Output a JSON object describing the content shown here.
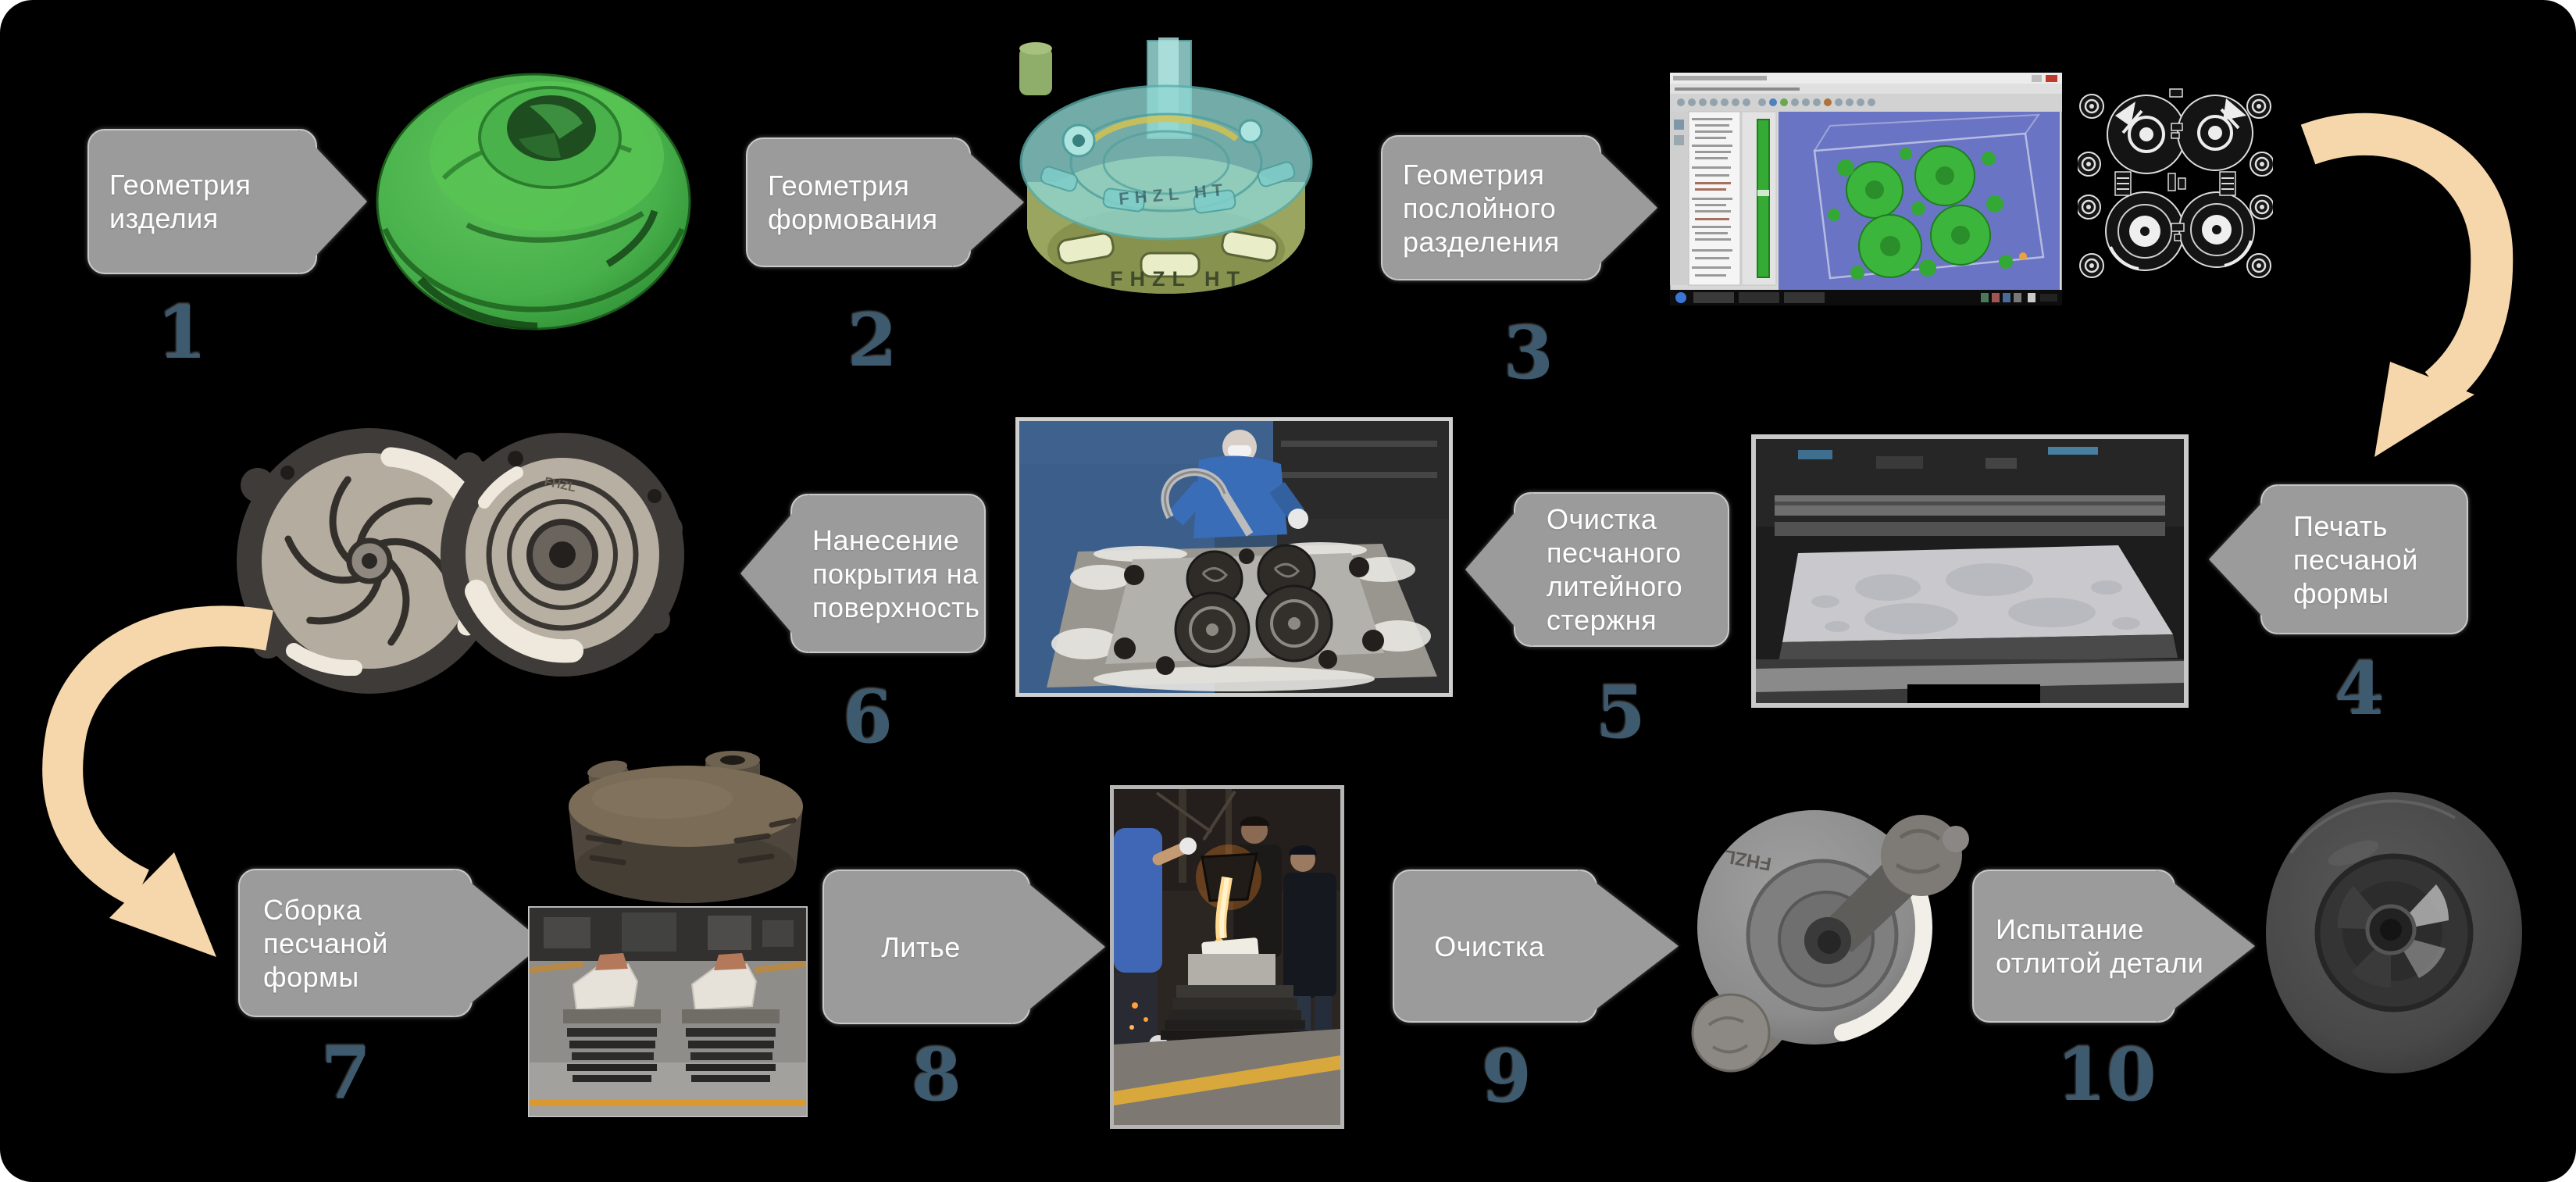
{
  "steps": [
    {
      "number": "1",
      "label": "Геометрия изделия"
    },
    {
      "number": "2",
      "label": "Геометрия формования"
    },
    {
      "number": "3",
      "label": "Геометрия послойного разделения"
    },
    {
      "number": "4",
      "label": "Печать песчаной формы"
    },
    {
      "number": "5",
      "label": "Очистка песчаного литейного стержня"
    },
    {
      "number": "6",
      "label": "Нанесение покрытия на поверхность"
    },
    {
      "number": "7",
      "label": "Сборка песчаной формы"
    },
    {
      "number": "8",
      "label": "Литье"
    },
    {
      "number": "9",
      "label": "Очистка"
    },
    {
      "number": "10",
      "label": "Испытание отлитой детали"
    }
  ],
  "markings": {
    "cad_top": "FHZL HT",
    "cad_bottom": "FHZL HT",
    "mold": "FHZL",
    "cast": "FHZL"
  },
  "colors": {
    "background": "#000000",
    "arrow_fill": "#9b9b9b",
    "arrow_border": "#c9c9c9",
    "arrow_text": "#ffffff",
    "number_color": "#3d5a6e",
    "flow_arrow": "#f6d7ab",
    "impeller_green": "#47b04a",
    "cad_teal": "#8fd6d2",
    "cad_olive": "#9aa55f",
    "viewport_blue": "#6a74c4",
    "molten_orange": "#ffb347",
    "yellow_line": "#d9992f"
  }
}
